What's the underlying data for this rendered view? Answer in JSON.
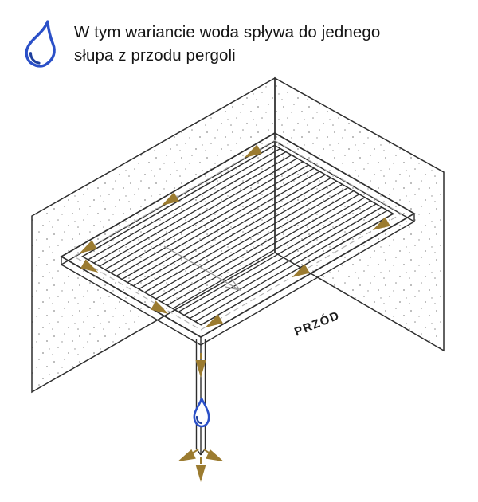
{
  "header": {
    "icon": "water-drop-icon",
    "title_line1": "W tym wariancie woda spływa do jednego",
    "title_line2": "słupa z przodu pergoli"
  },
  "diagram": {
    "front_label": "PRZÓD"
  },
  "colors": {
    "line": "#2e2e2e",
    "arrow_brown": "#9b7b30",
    "drop_blue": "#2b50c8",
    "drop_blue_dark": "#1e3f9e",
    "stipple_gray": "#8f8f8f",
    "flow_gray": "#9a9a9a",
    "gutter_dash_gray": "#b3b3b3"
  }
}
